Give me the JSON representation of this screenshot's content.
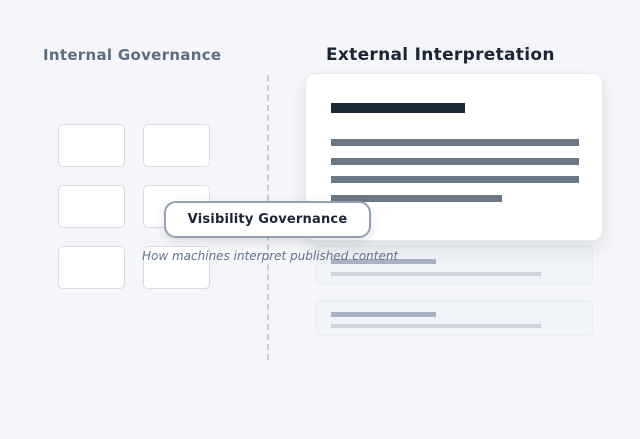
{
  "page": {
    "background": "#f5f6f9"
  },
  "left_section": {
    "title": "Internal Governance",
    "title_color": "#5d6d84",
    "box_grid": {
      "rows": 3,
      "columns": 2,
      "box_fill": "#ffffff",
      "box_border": "#d8dce4"
    }
  },
  "divider": {
    "style": "dashed",
    "color": "#c6cdd8"
  },
  "right_section": {
    "title": "External Interpretation",
    "title_color": "#1a2535",
    "document_card": {
      "background": "#ffffff",
      "title_bar_color": "#1e2937",
      "text_line_color": "#6b7888",
      "text_line_count": 4
    },
    "result_boxes": [
      {
        "background": "#f0f3f7",
        "primary_bar_color": "#a9b3c4",
        "secondary_bar_color": "#cfd6e0"
      },
      {
        "background": "#f0f3f7",
        "primary_bar_color": "#a9b3c4",
        "secondary_bar_color": "#cfd6e0"
      }
    ]
  },
  "center_label": {
    "text": "Visibility Governance",
    "text_color": "#1b2537",
    "border_color": "#94a1b5",
    "subtitle": "How machines interpret published content",
    "subtitle_color": "#64748b"
  }
}
